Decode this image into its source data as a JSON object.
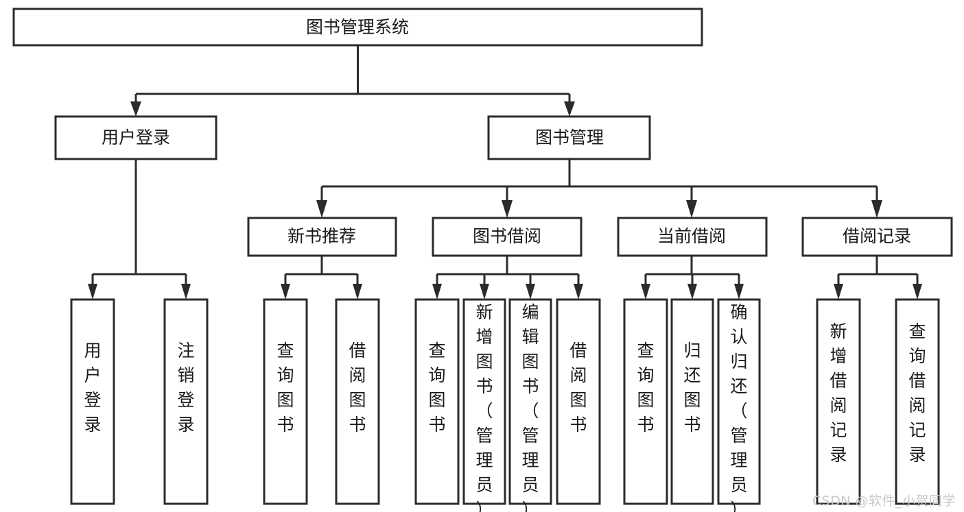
{
  "diagram": {
    "title": "图书管理系统",
    "type": "hierarchy-tree",
    "watermark": "CSDN @软件_小贺同学",
    "colors": {
      "box_stroke": "#2b2b2b",
      "box_fill": "#ffffff",
      "text": "#1a1a1a",
      "background": "#ffffff",
      "watermark": "#c9c9c9"
    },
    "levels": [
      {
        "level": 1,
        "nodes": [
          {
            "id": "root",
            "label": "图书管理系统"
          }
        ]
      },
      {
        "level": 2,
        "nodes": [
          {
            "id": "login",
            "label": "用户登录"
          },
          {
            "id": "bookmgmt",
            "label": "图书管理"
          }
        ]
      },
      {
        "level": 3,
        "nodes": [
          {
            "id": "newbook",
            "label": "新书推荐"
          },
          {
            "id": "borrow",
            "label": "图书借阅"
          },
          {
            "id": "current",
            "label": "当前借阅"
          },
          {
            "id": "record",
            "label": "借阅记录"
          }
        ]
      },
      {
        "level": 4,
        "nodes": [
          {
            "id": "leaf1",
            "label": "用户登录",
            "parent": "login"
          },
          {
            "id": "leaf2",
            "label": "注销登录",
            "parent": "login"
          },
          {
            "id": "leaf3",
            "label": "查询图书",
            "parent": "newbook"
          },
          {
            "id": "leaf4",
            "label": "借阅图书",
            "parent": "newbook"
          },
          {
            "id": "leaf5",
            "label": "查询图书",
            "parent": "borrow"
          },
          {
            "id": "leaf6",
            "label": "新增图书（管理员）",
            "parent": "borrow"
          },
          {
            "id": "leaf7",
            "label": "编辑图书（管理员）",
            "parent": "borrow"
          },
          {
            "id": "leaf8",
            "label": "借阅图书",
            "parent": "borrow"
          },
          {
            "id": "leaf9",
            "label": "查询图书",
            "parent": "current"
          },
          {
            "id": "leaf10",
            "label": "归还图书",
            "parent": "current"
          },
          {
            "id": "leaf11",
            "label": "确认归还（管理员）",
            "parent": "current"
          },
          {
            "id": "leaf12",
            "label": "新增借阅记录",
            "parent": "record"
          },
          {
            "id": "leaf13",
            "label": "查询借阅记录",
            "parent": "record"
          }
        ]
      }
    ]
  }
}
